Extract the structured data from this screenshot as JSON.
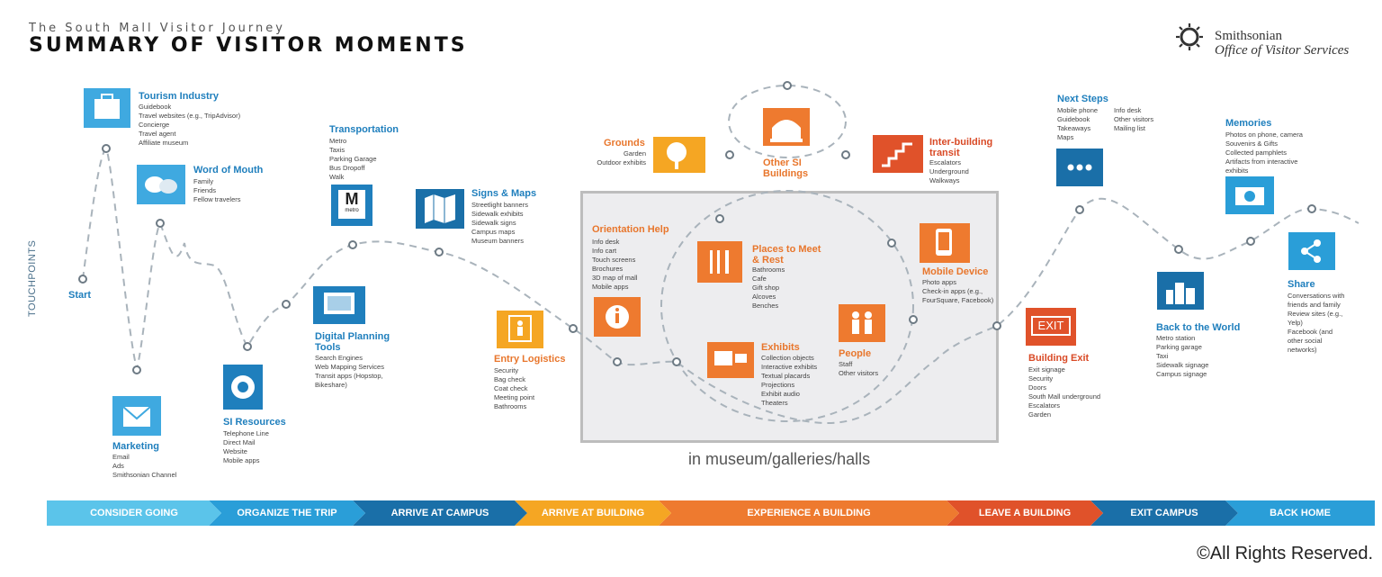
{
  "header": {
    "supertitle": "The South Mall Visitor Journey",
    "title": "SUMMARY OF VISITOR MOMENTS"
  },
  "logo": {
    "line1": "Smithsonian",
    "line2": "Office of Visitor Services"
  },
  "axis_label": "TOUCHPOINTS",
  "start_label": "Start",
  "gallery_label": "in museum/galleries/halls",
  "touchpoints": {
    "tourism": {
      "title": "Tourism Industry",
      "items": "Guidebook\nTravel websites (e.g., TripAdvisor)\nConcierge\nTravel agent\nAffiliate museum"
    },
    "word_of_mouth": {
      "title": "Word of Mouth",
      "items": "Family\nFriends\nFellow travelers"
    },
    "marketing": {
      "title": "Marketing",
      "items": "Email\nAds\nSmithsonian Channel"
    },
    "si_resources": {
      "title": "SI Resources",
      "items": "Telephone Line\nDirect Mail\nWebsite\nMobile apps"
    },
    "transportation": {
      "title": "Transportation",
      "items": "Metro\nTaxis\nParking Garage\nBus Dropoff\nWalk"
    },
    "digital_planning": {
      "title": "Digital Planning\nTools",
      "items": "Search Engines\nWeb Mapping Services\nTransit apps (Hopstop,\nBikeshare)"
    },
    "signs_maps": {
      "title": "Signs & Maps",
      "items": "Streetlight banners\nSidewalk exhibits\nSidewalk signs\nCampus maps\nMuseum banners"
    },
    "entry_logistics": {
      "title": "Entry Logistics",
      "items": "Security\nBag check\nCoat check\nMeeting point\nBathrooms"
    },
    "grounds": {
      "title": "Grounds",
      "items": "Garden\nOutdoor exhibits"
    },
    "other_si": {
      "title": "Other SI\nBuildings",
      "items": ""
    },
    "inter_building": {
      "title": "Inter-building\ntransit",
      "items": "Escalators\nUnderground\nWalkways"
    },
    "orientation": {
      "title": "Orientation Help",
      "items": "Info desk\nInfo cart\nTouch screens\nBrochures\n3D map of mall\nMobile apps"
    },
    "places_meet": {
      "title": "Places to Meet\n& Rest",
      "items": "Bathrooms\nCafe\nGift shop\nAlcoves\nBenches"
    },
    "exhibits": {
      "title": "Exhibits",
      "items": "Collection objects\nInteractive exhibits\nTextual placards\nProjections\nExhibit audio\nTheaters"
    },
    "people": {
      "title": "People",
      "items": "Staff\nOther visitors"
    },
    "mobile_device": {
      "title": "Mobile Device",
      "items": "Photo apps\nCheck-in apps (e.g.,\nFourSquare, Facebook)"
    },
    "building_exit": {
      "title": "Building Exit",
      "items": "Exit signage\nSecurity\nDoors\nSouth Mall underground\nEscalators\nGarden"
    },
    "next_steps": {
      "title": "Next Steps",
      "items_left": "Mobile phone\nGuidebook\nTakeaways\nMaps",
      "items_right": "Info desk\nOther visitors\nMailing list"
    },
    "back_world": {
      "title": "Back to the World",
      "items": "Metro station\nParking garage\nTaxi\nSidewalk signage\nCampus signage"
    },
    "memories": {
      "title": "Memories",
      "items": "Photos on phone, camera\nSouvenirs & Gifts\nCollected pamphlets\nArtifacts from interactive\nexhibits"
    },
    "share": {
      "title": "Share",
      "items": "Conversations with\nfriends and family\nReview sites (e.g.,\nYelp)\nFacebook (and\nother social\nnetworks)"
    }
  },
  "exit_sign": "EXIT",
  "metro_sign": "M",
  "metro_sub": "metro",
  "phases": [
    {
      "label": "CONSIDER GOING",
      "color": "#5bc4ea"
    },
    {
      "label": "ORGANIZE THE TRIP",
      "color": "#2a9ed8"
    },
    {
      "label": "ARRIVE AT CAMPUS",
      "color": "#1a6fa8"
    },
    {
      "label": "ARRIVE AT BUILDING",
      "color": "#f5a623"
    },
    {
      "label": "EXPERIENCE A BUILDING",
      "color": "#ee7a2f"
    },
    {
      "label": "LEAVE A BUILDING",
      "color": "#e0522a"
    },
    {
      "label": "EXIT CAMPUS",
      "color": "#1a6fa8"
    },
    {
      "label": "BACK HOME",
      "color": "#2a9ed8"
    }
  ],
  "copyright": "©All Rights Reserved.",
  "colors": {
    "blue": "#2a9ed8",
    "orange": "#ee7a2f",
    "red": "#e0522a",
    "dark_blue": "#1a6fa8"
  }
}
